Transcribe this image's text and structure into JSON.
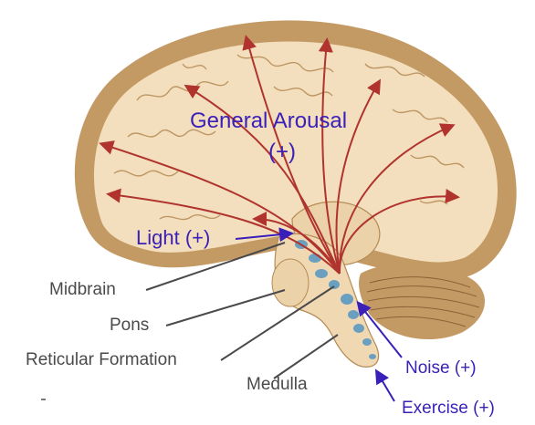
{
  "diagram": {
    "title_line1": "General Arousal",
    "title_line2": "(+)",
    "inputs": {
      "light": "Light (+)",
      "noise": "Noise (+)",
      "exercise": "Exercise (+)"
    },
    "structures": {
      "midbrain": "Midbrain",
      "pons": "Pons",
      "reticular_formation": "Reticular Formation",
      "medulla": "Medulla"
    },
    "colors": {
      "cortex_outer": "#c49a64",
      "cortex_inner": "#f3dfbd",
      "gyri_lines": "#b58a55",
      "arrow": "#b0332e",
      "reticular_dots": "#6a9fc0",
      "label_blue": "#3a1fb8",
      "label_gray": "#4a4a4a"
    }
  }
}
